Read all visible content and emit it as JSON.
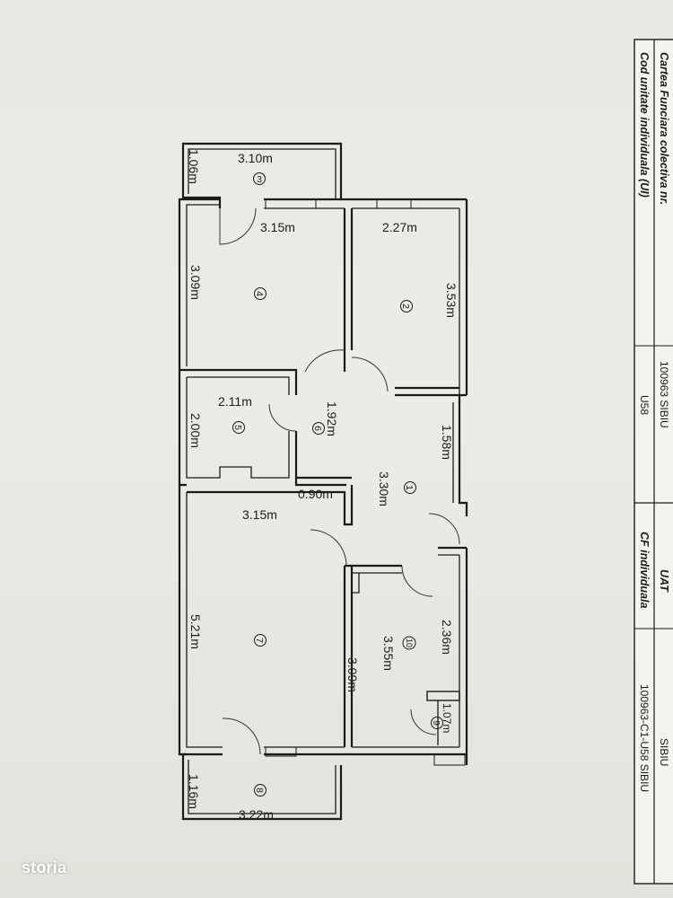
{
  "header_table": {
    "row1_label": "Cartea Funciara colectiva nr.",
    "row1_value": "100963 SIBIU",
    "row2_label": "Cod unitate individuala (UI)",
    "row2_value": "U58",
    "row3_label": "UAT",
    "row3_value": "SIBIU",
    "row4_label": "CF individuala",
    "row4_value": "100963-C1-U58 SIBIU"
  },
  "rooms": [
    {
      "no": "1"
    },
    {
      "no": "2"
    },
    {
      "no": "3"
    },
    {
      "no": "4"
    },
    {
      "no": "5"
    },
    {
      "no": "6"
    },
    {
      "no": "7"
    },
    {
      "no": "8"
    },
    {
      "no": "9"
    },
    {
      "no": "10"
    }
  ],
  "dimensions": [
    "3.10m",
    "1.06m",
    "3.15m",
    "2.27m",
    "3.09m",
    "3.53m",
    "2.11m",
    "2.00m",
    "1.92m",
    "0.90m",
    "1.58m",
    "3.30m",
    "3.15m",
    "5.21m",
    "2.36m",
    "3.55m",
    "3.09m",
    "1.07m",
    "1.16m",
    "3.22m"
  ],
  "watermark": "storia"
}
